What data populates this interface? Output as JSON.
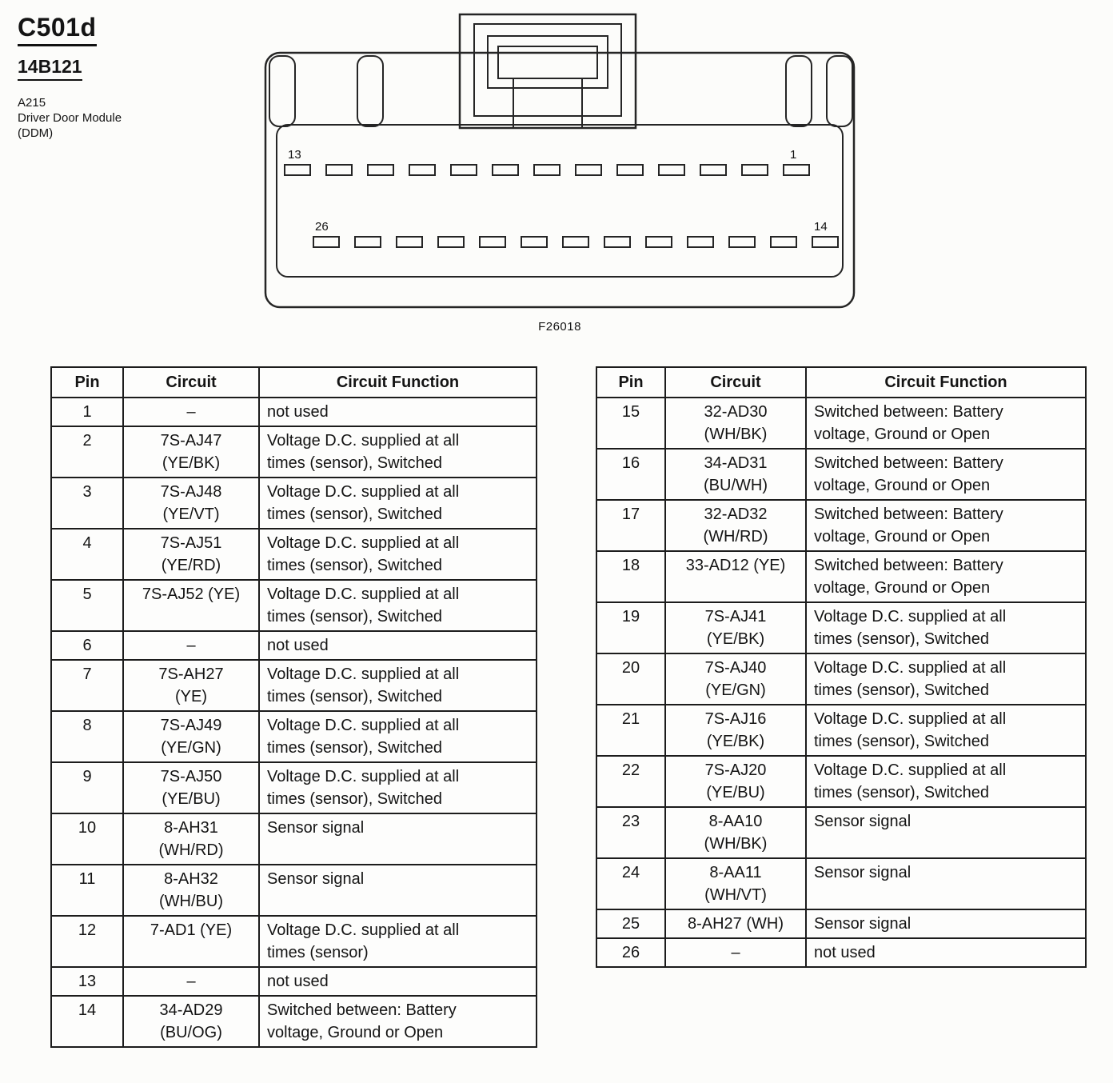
{
  "header": {
    "connector_id": "C501d",
    "part_number": "14B121",
    "module_code": "A215",
    "module_name": "Driver Door Module",
    "module_abbr": "(DDM)"
  },
  "diagram": {
    "figure_number": "F26018",
    "pin_labels": {
      "top_left": "13",
      "top_right": "1",
      "bottom_left": "26",
      "bottom_right": "14"
    }
  },
  "tables": {
    "columns": [
      "Pin",
      "Circuit",
      "Circuit Function"
    ],
    "left": {
      "rows": [
        {
          "pin": "1",
          "circuit": "–",
          "func": "not used"
        },
        {
          "pin": "2",
          "circuit": "7S-AJ47\n(YE/BK)",
          "func": "Voltage D.C. supplied at all\ntimes (sensor), Switched"
        },
        {
          "pin": "3",
          "circuit": "7S-AJ48\n(YE/VT)",
          "func": "Voltage D.C. supplied at all\ntimes (sensor), Switched"
        },
        {
          "pin": "4",
          "circuit": "7S-AJ51\n(YE/RD)",
          "func": "Voltage D.C. supplied at all\ntimes (sensor), Switched"
        },
        {
          "pin": "5",
          "circuit": "7S-AJ52 (YE)",
          "func": "Voltage D.C. supplied at all\ntimes (sensor), Switched"
        },
        {
          "pin": "6",
          "circuit": "–",
          "func": "not used"
        },
        {
          "pin": "7",
          "circuit": "7S-AH27\n(YE)",
          "func": "Voltage D.C. supplied at all\ntimes (sensor), Switched"
        },
        {
          "pin": "8",
          "circuit": "7S-AJ49\n(YE/GN)",
          "func": "Voltage D.C. supplied at all\ntimes (sensor), Switched"
        },
        {
          "pin": "9",
          "circuit": "7S-AJ50\n(YE/BU)",
          "func": "Voltage D.C. supplied at all\ntimes (sensor), Switched"
        },
        {
          "pin": "10",
          "circuit": "8-AH31\n(WH/RD)",
          "func": "Sensor signal"
        },
        {
          "pin": "11",
          "circuit": "8-AH32\n(WH/BU)",
          "func": "Sensor signal"
        },
        {
          "pin": "12",
          "circuit": "7-AD1 (YE)",
          "func": "Voltage D.C. supplied at all\ntimes (sensor)"
        },
        {
          "pin": "13",
          "circuit": "–",
          "func": "not used"
        },
        {
          "pin": "14",
          "circuit": "34-AD29\n(BU/OG)",
          "func": "Switched between: Battery\nvoltage, Ground or Open"
        }
      ]
    },
    "right": {
      "rows": [
        {
          "pin": "15",
          "circuit": "32-AD30\n(WH/BK)",
          "func": "Switched between: Battery\nvoltage, Ground or Open"
        },
        {
          "pin": "16",
          "circuit": "34-AD31\n(BU/WH)",
          "func": "Switched between: Battery\nvoltage, Ground or Open"
        },
        {
          "pin": "17",
          "circuit": "32-AD32\n(WH/RD)",
          "func": "Switched between: Battery\nvoltage, Ground or Open"
        },
        {
          "pin": "18",
          "circuit": "33-AD12 (YE)",
          "func": "Switched between: Battery\nvoltage, Ground or Open"
        },
        {
          "pin": "19",
          "circuit": "7S-AJ41\n(YE/BK)",
          "func": "Voltage D.C. supplied at all\ntimes (sensor), Switched"
        },
        {
          "pin": "20",
          "circuit": "7S-AJ40\n(YE/GN)",
          "func": "Voltage D.C. supplied at all\ntimes (sensor), Switched"
        },
        {
          "pin": "21",
          "circuit": "7S-AJ16\n(YE/BK)",
          "func": "Voltage D.C. supplied at all\ntimes (sensor), Switched"
        },
        {
          "pin": "22",
          "circuit": "7S-AJ20\n(YE/BU)",
          "func": "Voltage D.C. supplied at all\ntimes (sensor), Switched"
        },
        {
          "pin": "23",
          "circuit": "8-AA10\n(WH/BK)",
          "func": "Sensor signal"
        },
        {
          "pin": "24",
          "circuit": "8-AA11\n(WH/VT)",
          "func": "Sensor signal"
        },
        {
          "pin": "25",
          "circuit": "8-AH27 (WH)",
          "func": "Sensor signal\n"
        },
        {
          "pin": "26",
          "circuit": "–",
          "func": "not used"
        }
      ]
    }
  }
}
